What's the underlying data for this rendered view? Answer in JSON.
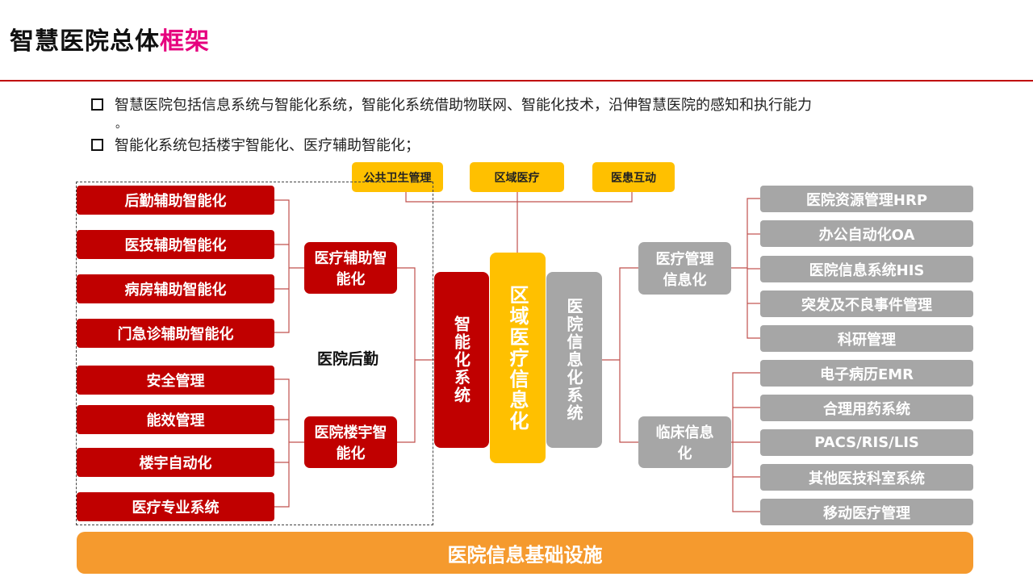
{
  "title": {
    "main": "智慧医院总体",
    "highlight": "框架"
  },
  "bullets": [
    "智慧医院包括信息系统与智能化系统，智能化系统借助物联网、智能化技术，沿伸智慧医院的感知和执行能力",
    "。",
    "智能化系统包括楼宇智能化、医疗辅助智能化；"
  ],
  "top_boxes": [
    "公共卫生管理",
    "区域医疗",
    "医患互动"
  ],
  "left_items": [
    "后勤辅助智能化",
    "医技辅助智能化",
    "病房辅助智能化",
    "门急诊辅助智能化",
    "安全管理",
    "能效管理",
    "楼宇自动化",
    "医疗专业系统"
  ],
  "left_groups": [
    "医疗辅助智能化",
    "医院楼宇智能化"
  ],
  "hospital_logistics": "医院后勤",
  "center": {
    "intelligent": "智能化系统",
    "regional": "区域医疗信息化",
    "hospital_info": "医院信息化系统"
  },
  "right_groups": [
    "医疗管理信息化",
    "临床信息化"
  ],
  "right_items": [
    "医院资源管理HRP",
    "办公自动化OA",
    "医院信息系统HIS",
    "突发及不良事件管理",
    "科研管理",
    "电子病历EMR",
    "合理用药系统",
    "PACS/RIS/LIS",
    "其他医技科室系统",
    "移动医疗管理"
  ],
  "infrastructure": "医院信息基础设施",
  "colors": {
    "red": "#c00000",
    "yellow": "#ffc000",
    "gray": "#a6a6a6",
    "orange": "#f59a2e",
    "accent": "#e6007e"
  }
}
